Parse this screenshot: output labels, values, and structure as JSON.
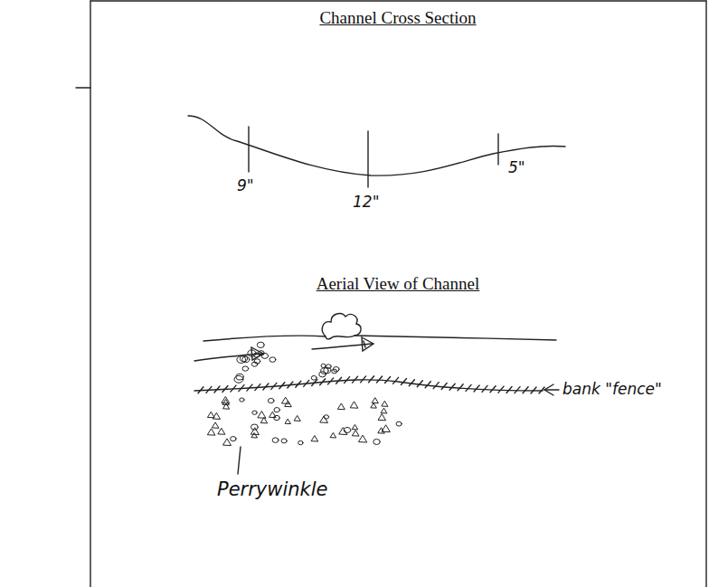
{
  "diagram": {
    "title": "Channel Cross Section",
    "labels": [
      "9\"",
      "12\"",
      "5\"",
      "Aerial View of Channel",
      "bank \"fence\"",
      "Perrywinkle"
    ]
  }
}
